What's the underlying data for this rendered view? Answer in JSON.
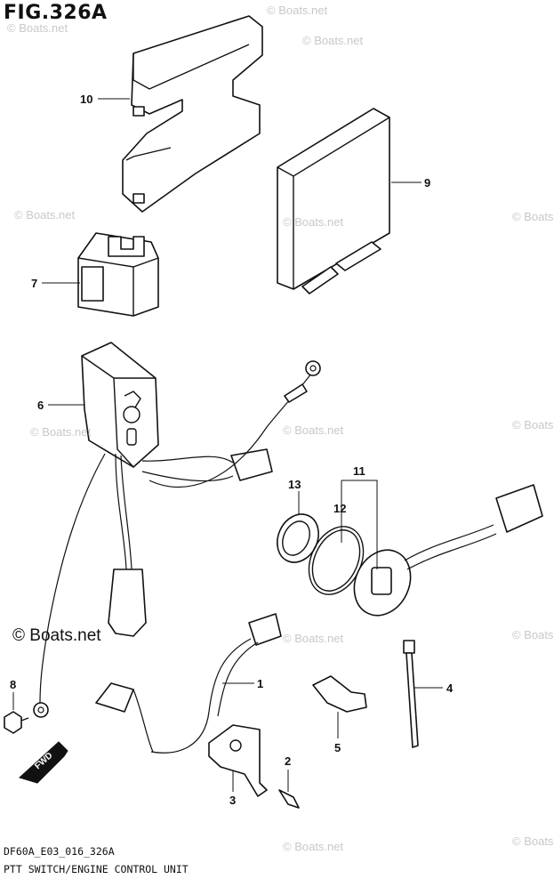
{
  "figure": {
    "title": "FIG.326A",
    "code": "DF60A_E03_016_326A",
    "caption": "PTT SWITCH/ENGINE CONTROL UNIT"
  },
  "watermark": {
    "text": "© Boats.net",
    "prominent_text": "© Boats.net"
  },
  "fwd_label": "FWD",
  "callouts": [
    "10",
    "9",
    "7",
    "6",
    "13",
    "11",
    "12",
    "1",
    "4",
    "8",
    "5",
    "2",
    "3"
  ]
}
